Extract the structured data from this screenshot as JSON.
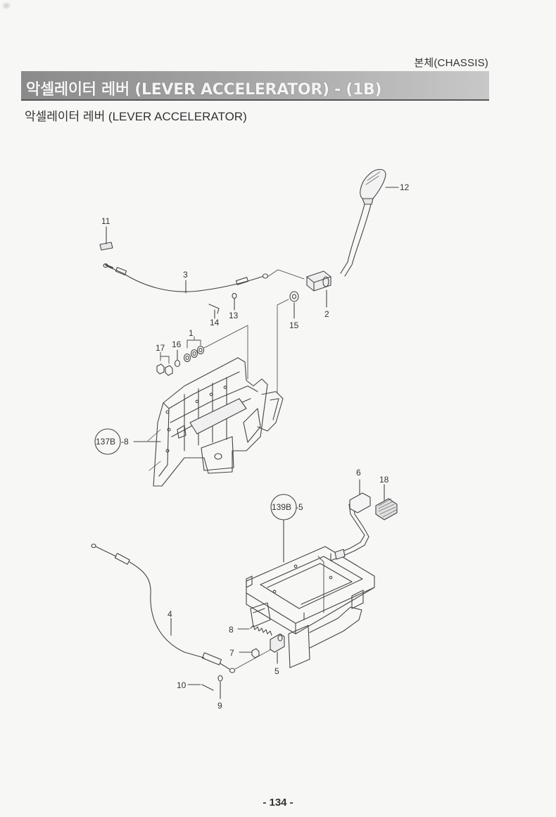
{
  "header": {
    "section": "본체(CHASSIS)",
    "title": "악셀레이터 레버  (LEVER ACCELERATOR) - (1B)",
    "subtitle": "악셀레이터 레버 (LEVER ACCELERATOR)"
  },
  "callouts": {
    "c1": "1",
    "c2": "2",
    "c3": "3",
    "c4": "4",
    "c5": "5",
    "c6": "6",
    "c7": "7",
    "c8": "8",
    "c9": "9",
    "c10": "10",
    "c11": "11",
    "c12": "12",
    "c13": "13",
    "c14": "14",
    "c15": "15",
    "c16": "16",
    "c17": "17",
    "c18": "18"
  },
  "references": {
    "ref_upper": "137B",
    "ref_upper_suffix": "-8",
    "ref_lower": "139B",
    "ref_lower_suffix": "-5"
  },
  "footer": {
    "page_number": "- 134 -"
  }
}
